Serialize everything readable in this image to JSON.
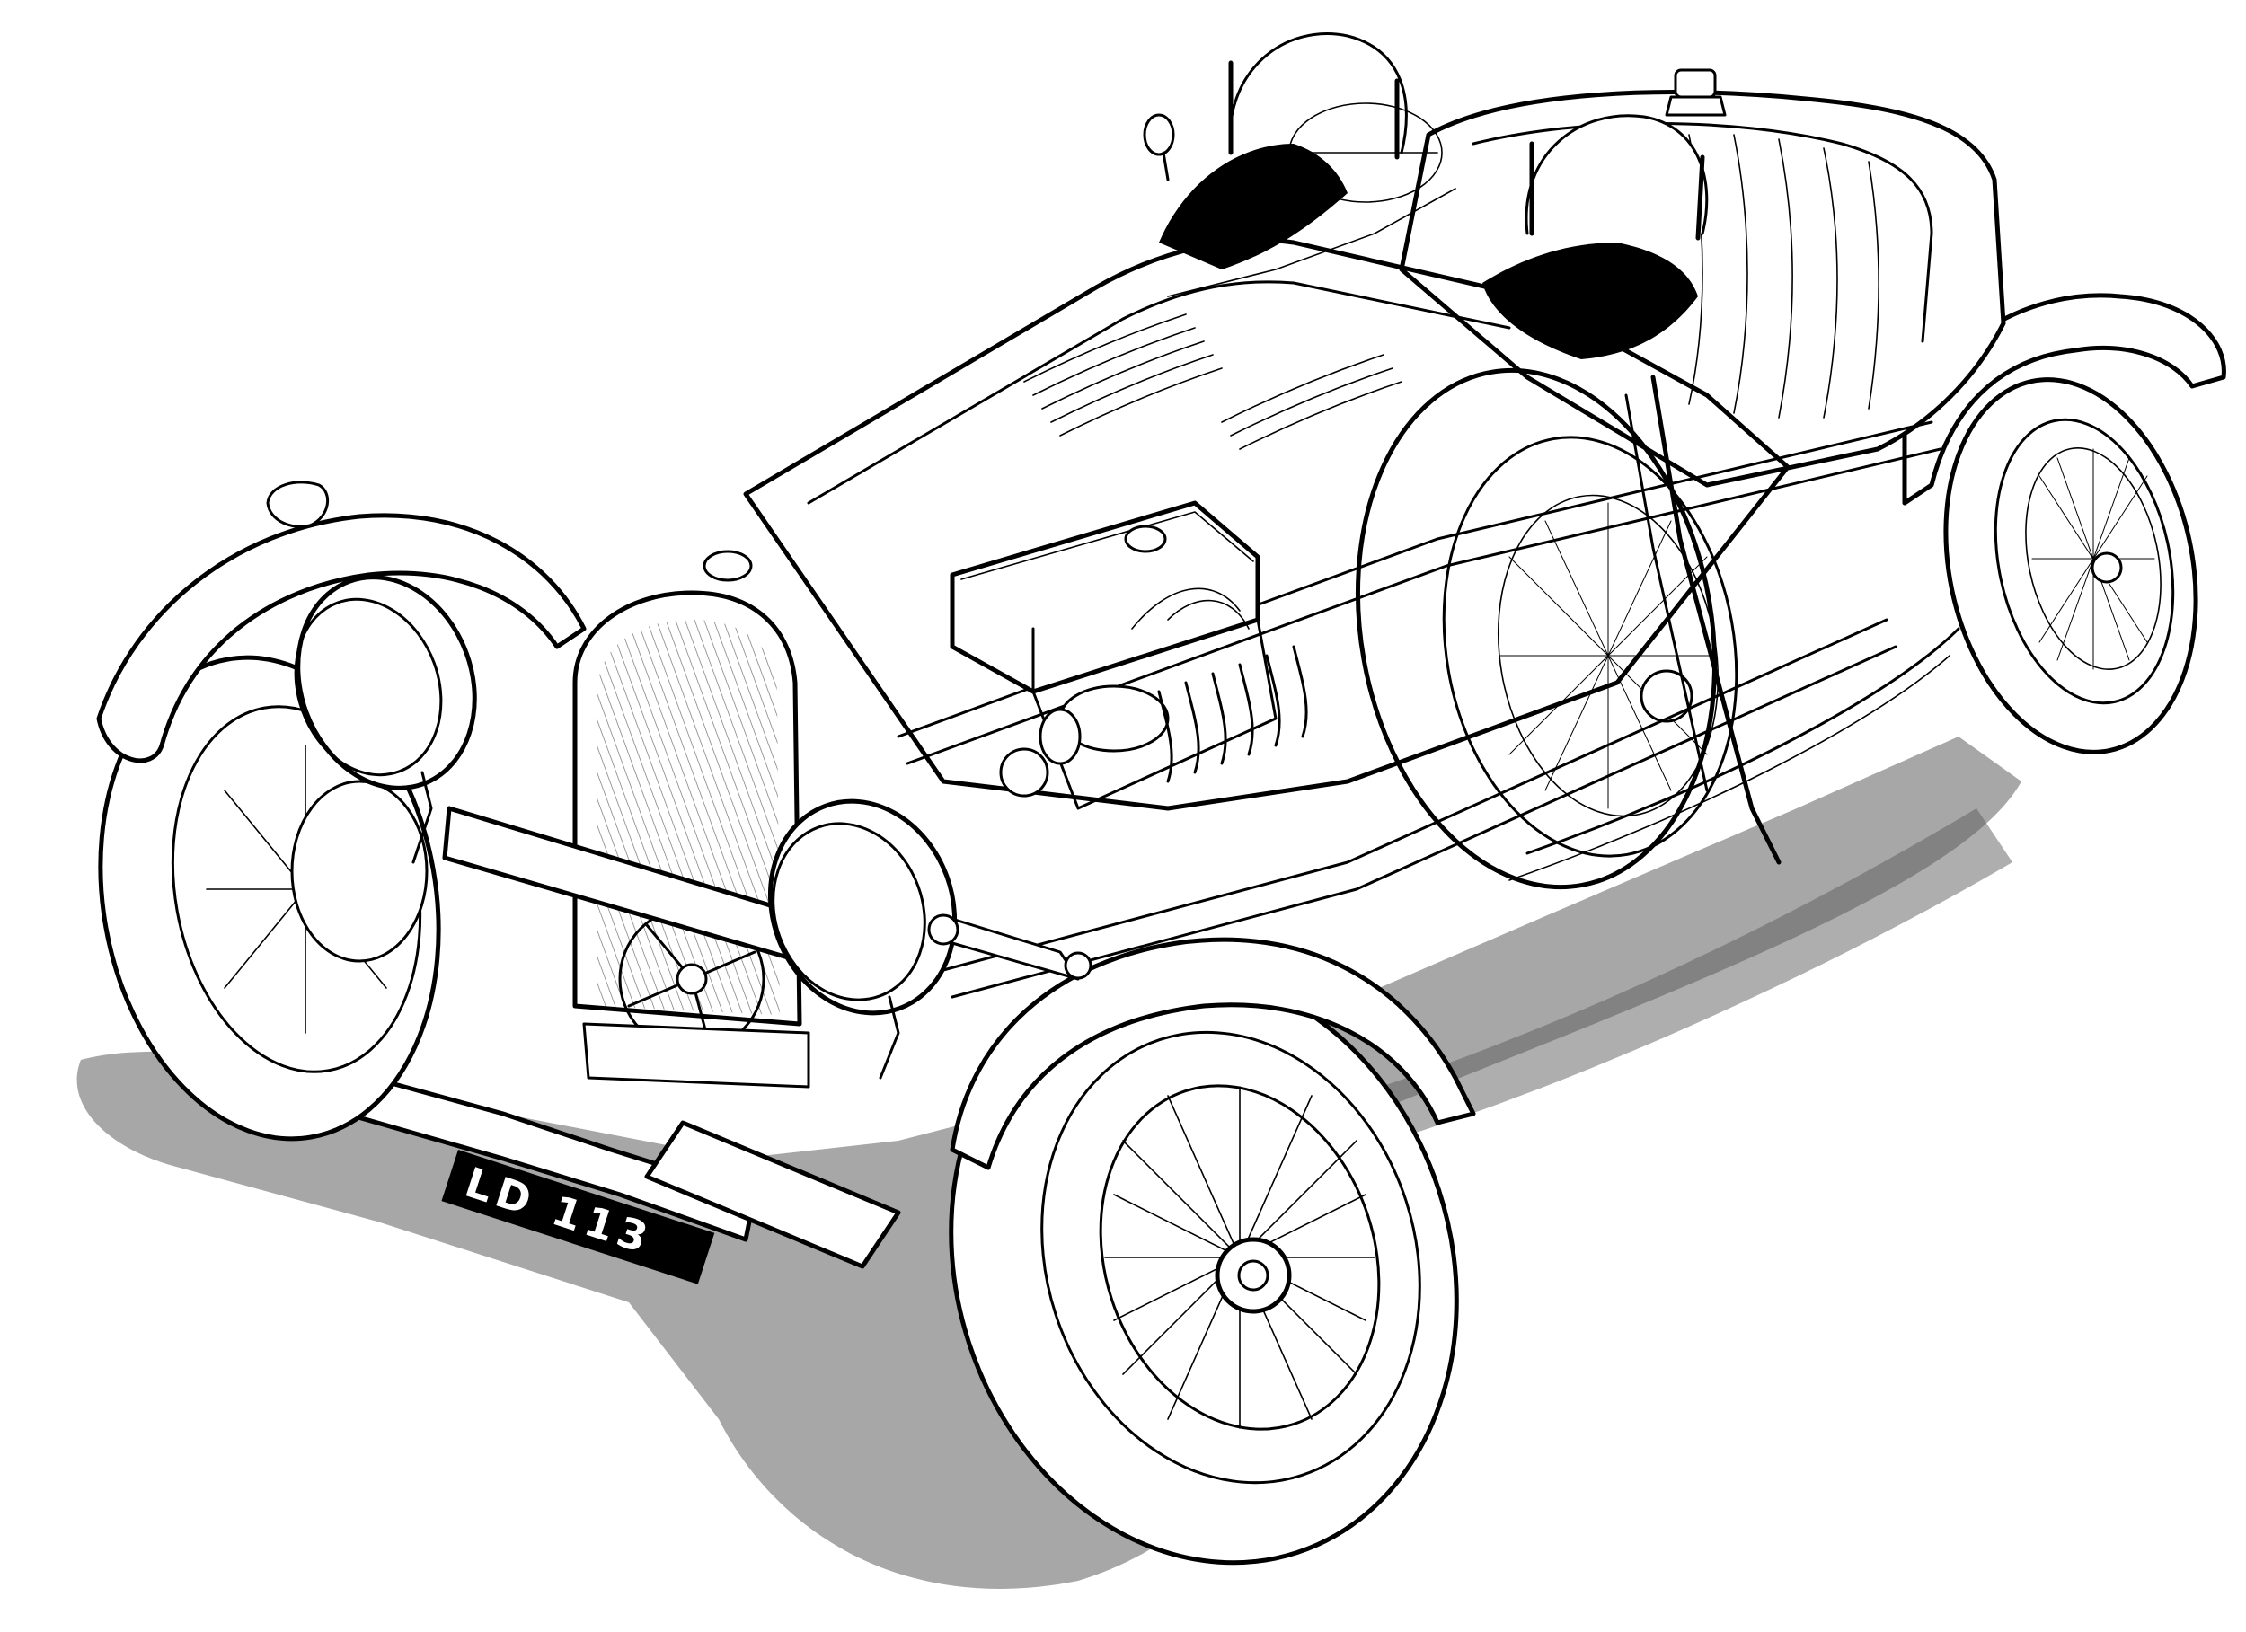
{
  "image": {
    "subject": "cutaway-line-illustration",
    "style": "black ink line art on white with grey ground shadow"
  },
  "colors": {
    "background": "#ffffff",
    "ink": "#000000",
    "shadow": "#7a7a7a"
  },
  "number_plate": {
    "text": "LD 113"
  }
}
